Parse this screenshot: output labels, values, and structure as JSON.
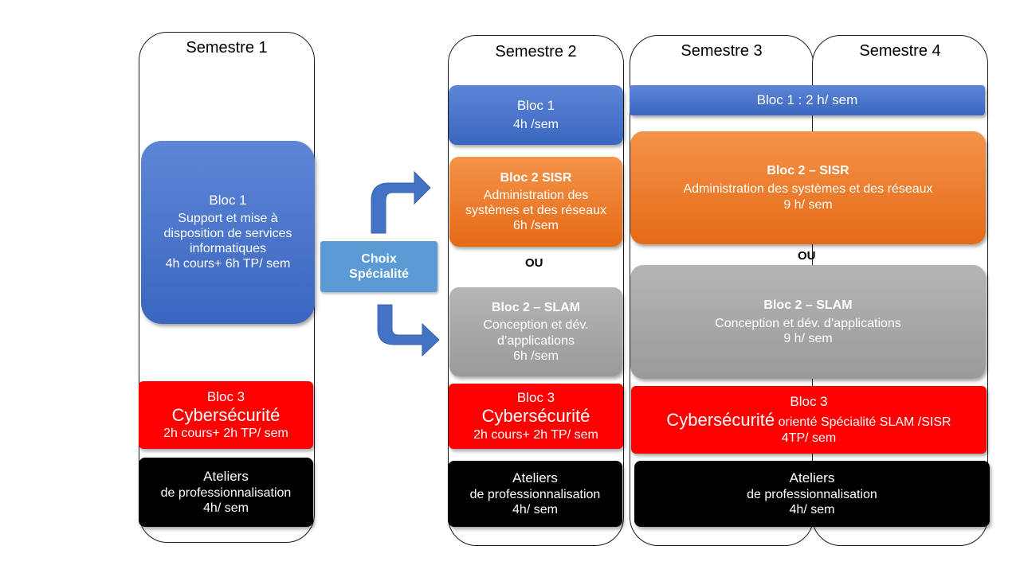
{
  "semesters": {
    "s1": "Semestre 1",
    "s2": "Semestre 2",
    "s3": "Semestre 3",
    "s4": "Semestre 4"
  },
  "s1": {
    "bloc1": {
      "title": "Bloc 1",
      "line1": "Support et mise à",
      "line2": "disposition de services",
      "line3": "informatiques",
      "line4": "4h cours+ 6h  TP/ sem"
    },
    "bloc3": {
      "title": "Bloc 3",
      "name": "Cybersécurité",
      "hours": "2h cours+ 2h  TP/ sem"
    },
    "ateliers": {
      "title": "Ateliers",
      "line1": "de professionnalisation",
      "hours": "4h/ sem"
    }
  },
  "choice": {
    "line1": "Choix",
    "line2": "Spécialité"
  },
  "s2": {
    "bloc1": {
      "title": "Bloc 1",
      "hours": "4h /sem"
    },
    "sisr": {
      "title": "Bloc 2 SISR",
      "line1": "Administration des",
      "line2": "systèmes et des réseaux",
      "hours": "6h /sem"
    },
    "ou": "OU",
    "slam": {
      "title": "Bloc 2 –  SLAM",
      "line1": "Conception et dév.",
      "line2": "d’applications",
      "hours": "6h /sem"
    },
    "bloc3": {
      "title": "Bloc 3",
      "name": "Cybersécurité",
      "hours": "2h cours+ 2h  TP/ sem"
    },
    "ateliers": {
      "title": "Ateliers",
      "line1": "de professionnalisation",
      "hours": "4h/ sem"
    }
  },
  "s34": {
    "bloc1": "Bloc 1 : 2 h/ sem",
    "sisr": {
      "title": "Bloc 2 – SISR",
      "line1": "Administration des systèmes et des réseaux",
      "hours": "9 h/ sem"
    },
    "ou": "OU",
    "slam": {
      "title": "Bloc 2 – SLAM",
      "line1": "Conception et dév. d’applications",
      "hours": "9 h/ sem"
    },
    "bloc3": {
      "title": "Bloc 3",
      "name": "Cybersécurité",
      "suffix": " orienté Spécialité SLAM /SISR",
      "hours": "4TP/ sem"
    },
    "ateliers": {
      "title": "Ateliers",
      "line1": "de professionnalisation",
      "hours": "4h/ sem"
    }
  },
  "colors": {
    "blue": "#4472c4",
    "orange": "#ed7d31",
    "grey": "#a5a5a5",
    "red": "#ff0000",
    "black": "#000000",
    "choice": "#5b9bd5"
  }
}
